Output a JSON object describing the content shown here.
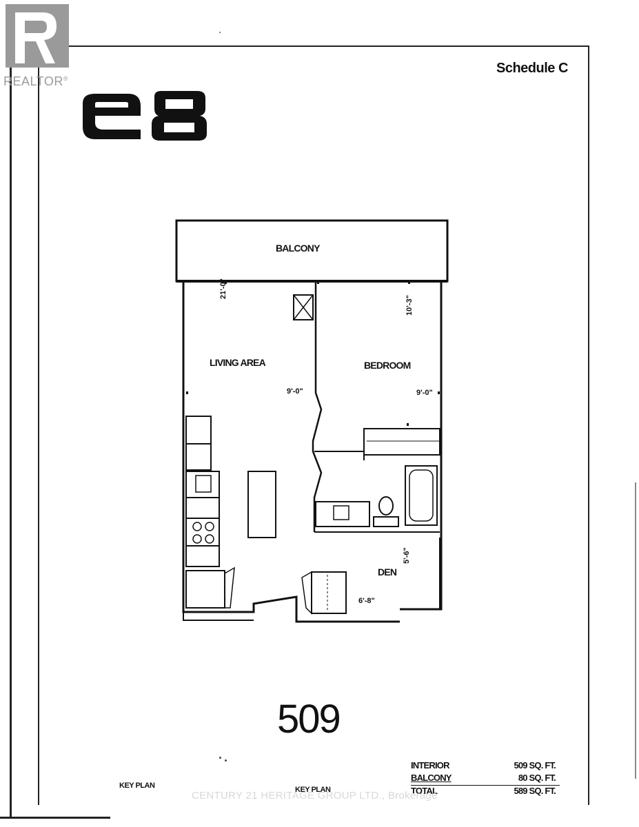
{
  "header": {
    "realtor_logo_text": "REALTOR",
    "realtor_registered": "®",
    "schedule": "Schedule C",
    "brand_logo_text": "e8"
  },
  "floorplan": {
    "rooms": {
      "balcony": "BALCONY",
      "living_area": "LIVING AREA",
      "bedroom": "BEDROOM",
      "den": "DEN"
    },
    "dimensions": {
      "living_height": "21'-0\"",
      "living_width": "9'-0\"",
      "bedroom_height": "10'-3\"",
      "bedroom_width": "9'-0\"",
      "den_height": "5'-6\"",
      "den_width": "6'-8\""
    }
  },
  "unit_number": "509",
  "key_plan_labels": [
    "KEY PLAN",
    "KEY PLAN"
  ],
  "areas": [
    {
      "name": "INTERIOR",
      "value": "509 SQ. FT."
    },
    {
      "name": "BALCONY",
      "value": "80 SQ. FT."
    },
    {
      "name": "TOTAL",
      "value": "589 SQ. FT."
    }
  ],
  "watermark": "CENTURY 21 HERITAGE GROUP LTD., Brokerage"
}
